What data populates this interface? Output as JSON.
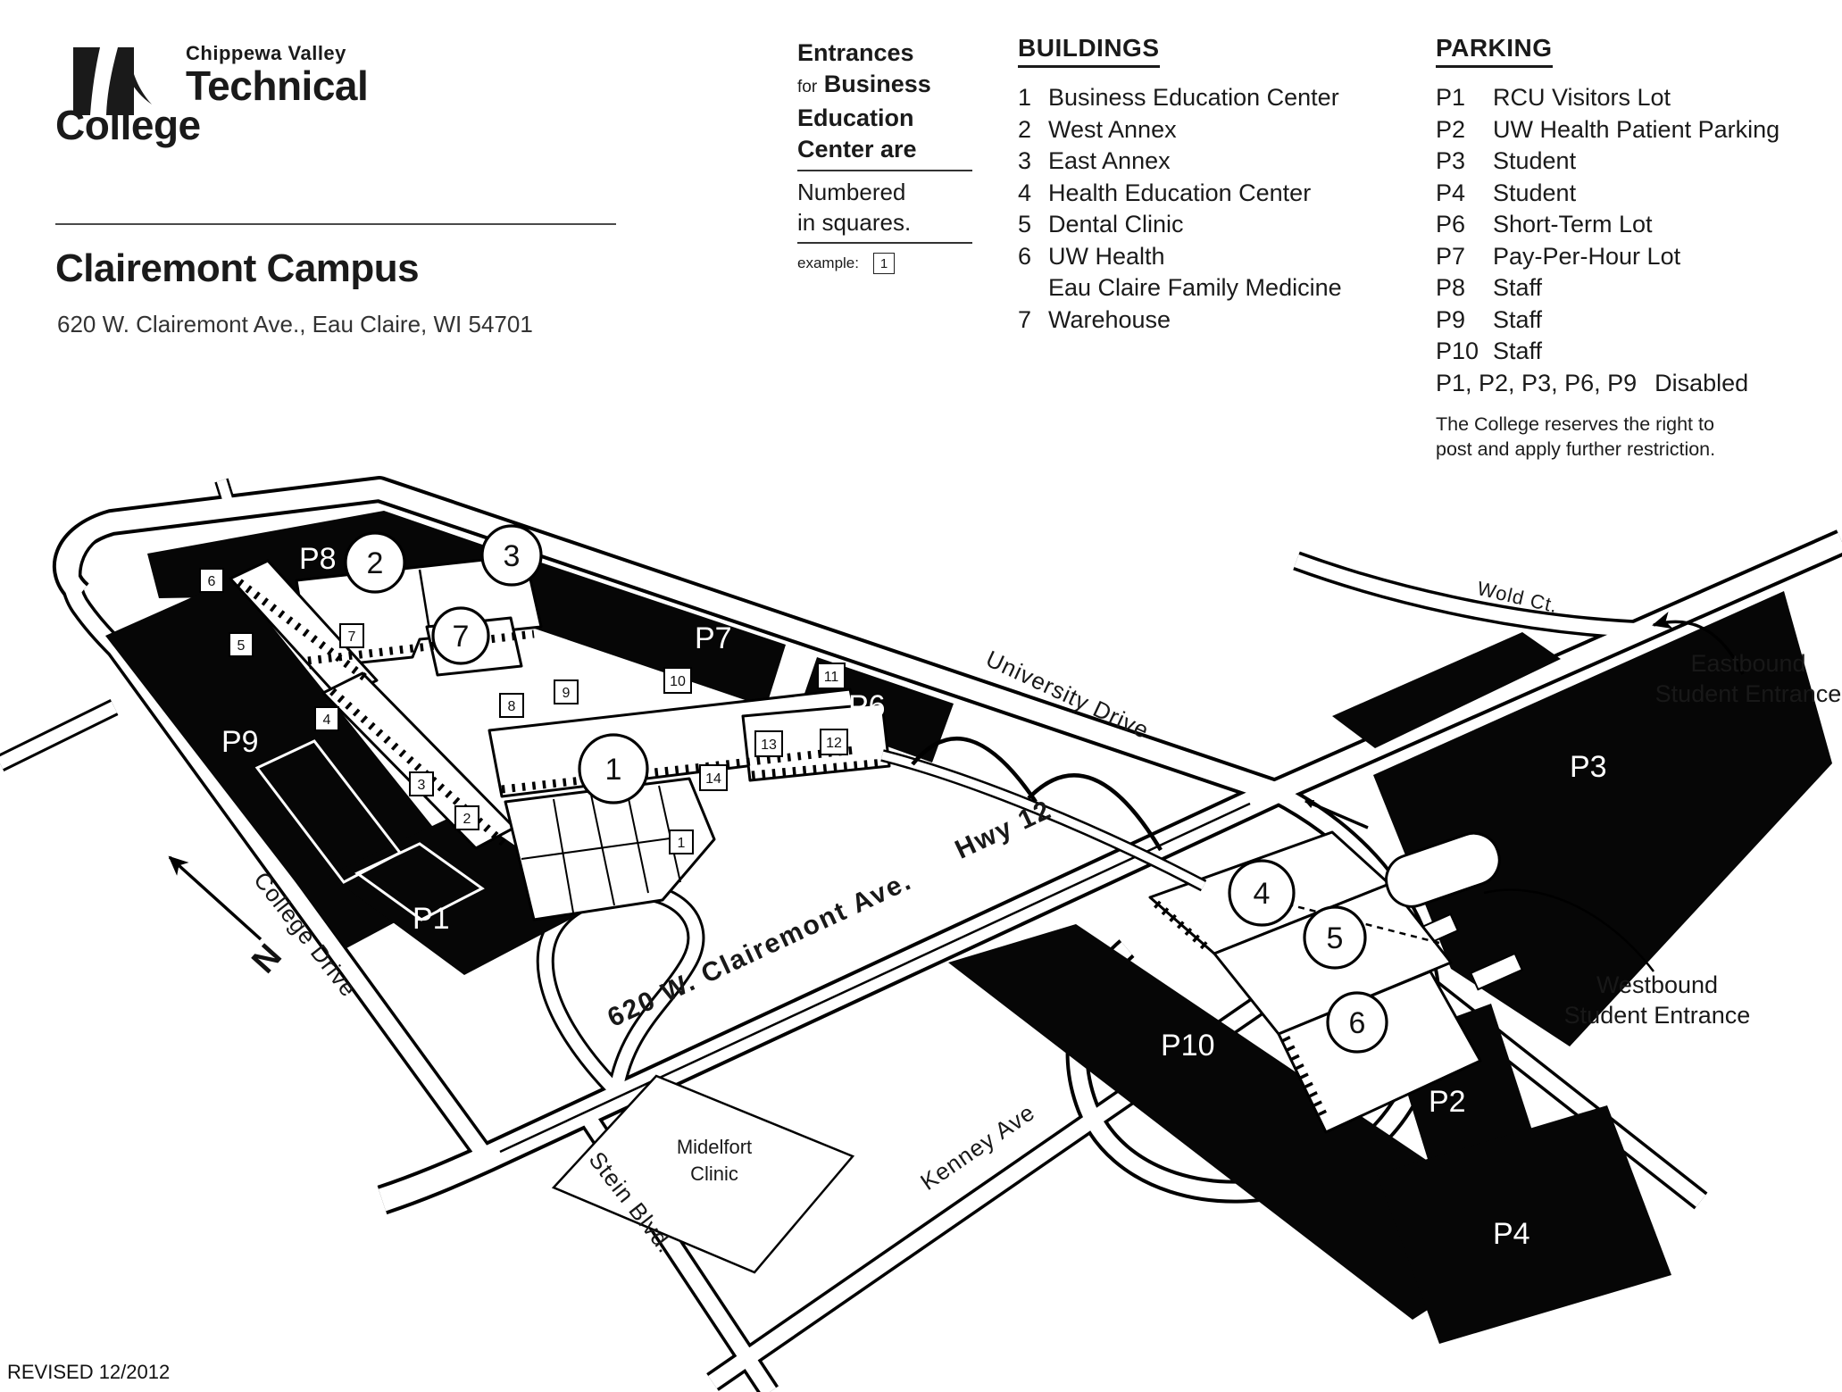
{
  "header": {
    "logo": {
      "line1": "Chippewa Valley",
      "line2": "Technical",
      "line3": "College"
    },
    "campus_title": "Clairemont Campus",
    "campus_address": "620 W. Clairemont Ave., Eau Claire, WI 54701",
    "entrances_note": {
      "word1": "Entrances",
      "word2_small": "for",
      "word2_bold": "Business",
      "word3": "Education",
      "word4": "Center are",
      "word5": "Numbered",
      "word6": "in squares.",
      "example_label": "example:",
      "example_number": "1"
    },
    "buildings_legend": {
      "title": "BUILDINGS",
      "items": [
        {
          "num": "1",
          "name": "Business Education Center"
        },
        {
          "num": "2",
          "name": "West Annex"
        },
        {
          "num": "3",
          "name": "East Annex"
        },
        {
          "num": "4",
          "name": "Health Education Center"
        },
        {
          "num": "5",
          "name": "Dental Clinic"
        },
        {
          "num": "6",
          "name": "UW Health",
          "name2": "Eau Claire Family Medicine"
        },
        {
          "num": "7",
          "name": "Warehouse"
        }
      ]
    },
    "parking_legend": {
      "title": "PARKING",
      "items": [
        {
          "code": "P1",
          "desc": "RCU Visitors Lot"
        },
        {
          "code": "P2",
          "desc": "UW Health Patient Parking"
        },
        {
          "code": "P3",
          "desc": "Student"
        },
        {
          "code": "P4",
          "desc": "Student"
        },
        {
          "code": "P6",
          "desc": "Short-Term Lot"
        },
        {
          "code": "P7",
          "desc": "Pay-Per-Hour Lot"
        },
        {
          "code": "P8",
          "desc": "Staff"
        },
        {
          "code": "P9",
          "desc": "Staff"
        },
        {
          "code": "P10",
          "desc": "Staff"
        },
        {
          "code": "P1, P2, P3, P6, P9",
          "desc": "Disabled"
        }
      ],
      "note1": "The College reserves the right to",
      "note2": "post and apply further restriction."
    }
  },
  "map": {
    "roads": {
      "university": "University Drive",
      "clairemont": "620 W. Clairemont Ave.",
      "hwy": "Hwy 12",
      "college": "College Drive",
      "stein": "Stein Blvd.",
      "kenney": "Kenney Ave",
      "wold": "Wold Ct."
    },
    "lots": {
      "p1": "P1",
      "p2": "P2",
      "p3": "P3",
      "p4": "P4",
      "p6": "P6",
      "p7": "P7",
      "p8": "P8",
      "p9": "P9",
      "p10": "P10"
    },
    "annotations": {
      "eastbound1": "Eastbound",
      "eastbound2": "Student Entrance",
      "westbound1": "Westbound",
      "westbound2": "Student Entrance",
      "midelfort1": "Midelfort",
      "midelfort2": "Clinic",
      "north": "N"
    },
    "building_markers": [
      {
        "n": "1"
      },
      {
        "n": "2"
      },
      {
        "n": "3"
      },
      {
        "n": "4"
      },
      {
        "n": "5"
      },
      {
        "n": "6"
      },
      {
        "n": "7"
      }
    ],
    "entrance_markers": [
      {
        "n": "1"
      },
      {
        "n": "2"
      },
      {
        "n": "3"
      },
      {
        "n": "4"
      },
      {
        "n": "5"
      },
      {
        "n": "6"
      },
      {
        "n": "7"
      },
      {
        "n": "8"
      },
      {
        "n": "9"
      },
      {
        "n": "10"
      },
      {
        "n": "11"
      },
      {
        "n": "12"
      },
      {
        "n": "13"
      },
      {
        "n": "14"
      }
    ]
  },
  "footer": {
    "revised": "REVISED 12/2012"
  }
}
